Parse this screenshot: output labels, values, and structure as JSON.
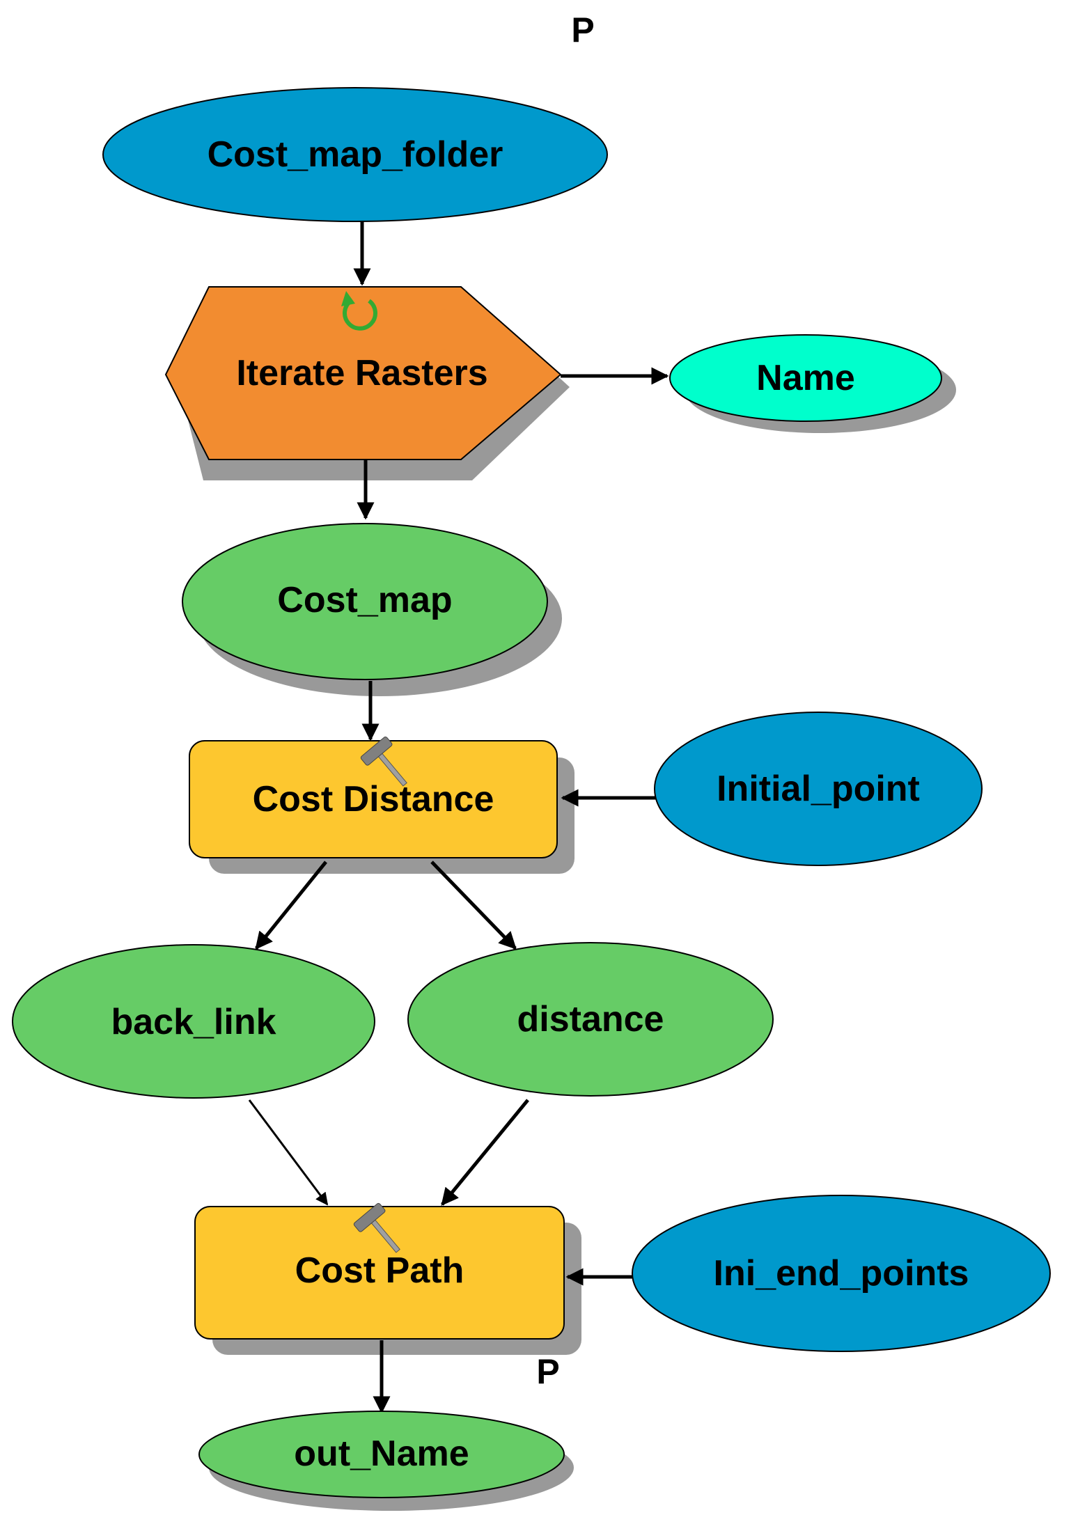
{
  "colors": {
    "input_blue": "#0099cc",
    "tool_orange": "#f28c30",
    "tool_yellow": "#fdc72f",
    "derived_green": "#66cc66",
    "iterator_output_cyan": "#00ffcc",
    "shadow": "#999999",
    "iterate_arrow": "#33aa33"
  },
  "markers": {
    "top_parameter": "P",
    "output_parameter": "P"
  },
  "nodes": {
    "cost_map_folder": {
      "label": "Cost_map_folder",
      "kind": "input-variable"
    },
    "iterate_rasters": {
      "label": "Iterate Rasters",
      "kind": "iterator",
      "icon": "iterate-icon"
    },
    "name": {
      "label": "Name",
      "kind": "iterator-output"
    },
    "cost_map": {
      "label": "Cost_map",
      "kind": "derived-data"
    },
    "cost_distance": {
      "label": "Cost Distance",
      "kind": "tool",
      "icon": "hammer-icon"
    },
    "initial_point": {
      "label": "Initial_point",
      "kind": "input-variable"
    },
    "back_link": {
      "label": "back_link",
      "kind": "derived-data"
    },
    "distance": {
      "label": "distance",
      "kind": "derived-data"
    },
    "cost_path": {
      "label": "Cost Path",
      "kind": "tool",
      "icon": "hammer-icon"
    },
    "ini_end_points": {
      "label": "Ini_end_points",
      "kind": "input-variable"
    },
    "out_name": {
      "label": "out_Name",
      "kind": "output-data"
    }
  },
  "connections": [
    {
      "from": "cost_map_folder",
      "to": "iterate_rasters"
    },
    {
      "from": "iterate_rasters",
      "to": "name"
    },
    {
      "from": "iterate_rasters",
      "to": "cost_map"
    },
    {
      "from": "cost_map",
      "to": "cost_distance"
    },
    {
      "from": "initial_point",
      "to": "cost_distance"
    },
    {
      "from": "cost_distance",
      "to": "back_link"
    },
    {
      "from": "cost_distance",
      "to": "distance"
    },
    {
      "from": "back_link",
      "to": "cost_path"
    },
    {
      "from": "distance",
      "to": "cost_path"
    },
    {
      "from": "ini_end_points",
      "to": "cost_path"
    },
    {
      "from": "cost_path",
      "to": "out_name"
    }
  ]
}
